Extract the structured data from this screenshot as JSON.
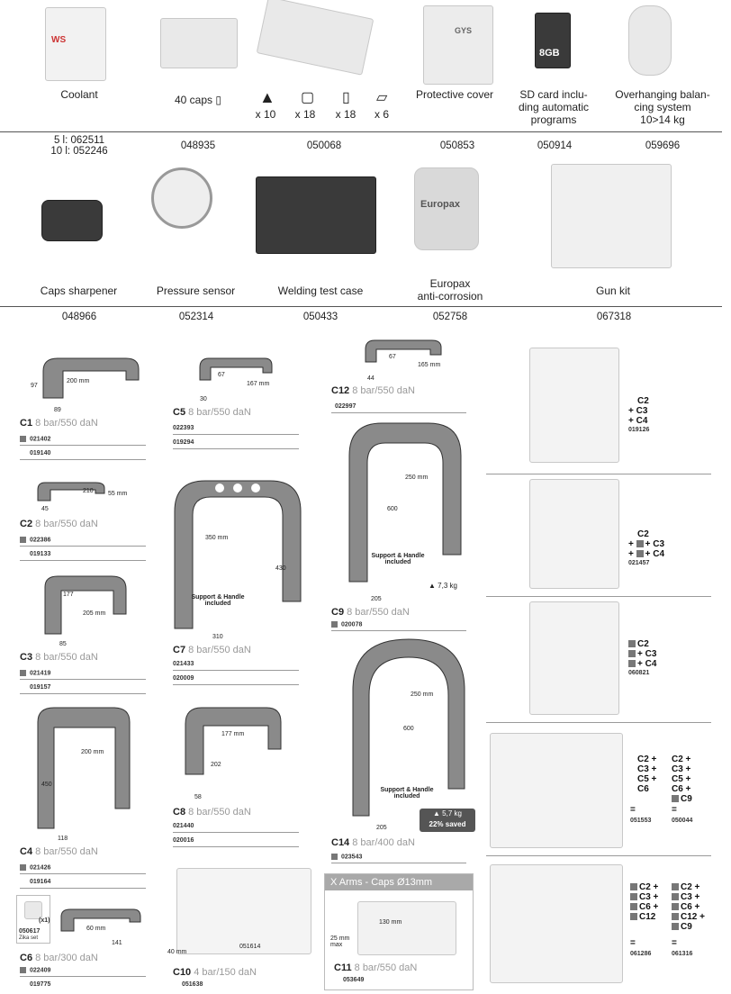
{
  "row1": {
    "items": [
      {
        "label": "Coolant",
        "code_lines": [
          "5 l: 062511",
          "10 l: 052246"
        ]
      },
      {
        "label": "40 caps",
        "code": "048935"
      },
      {
        "caps": [
          "x 10",
          "x 18",
          "x 18",
          "x 6"
        ],
        "code": "050068"
      },
      {
        "label": "Protective cover",
        "code": "050853"
      },
      {
        "label_lines": [
          "SD card inclu-",
          "ding automatic",
          "programs"
        ],
        "code": "050914",
        "sd_text": "8GB"
      },
      {
        "label_lines": [
          "Overhanging balan-",
          "cing system",
          "10>14 kg"
        ],
        "code": "059696"
      }
    ],
    "coolant_logo": "WS",
    "cover_logo": "GYS"
  },
  "row2": {
    "items": [
      {
        "label": "Caps sharpener",
        "code": "048966"
      },
      {
        "label": "Pressure sensor",
        "code": "052314"
      },
      {
        "label": "Welding test case",
        "code": "050433"
      },
      {
        "label_lines": [
          "Europax",
          "anti-corrosion"
        ],
        "code": "052758",
        "can_text": "Europax"
      },
      {
        "label": "Gun kit",
        "code": "067318"
      }
    ]
  },
  "arms": {
    "c1": {
      "name": "C1",
      "spec": "8 bar/550 daN",
      "refs": [
        "021402",
        "019140"
      ],
      "dims": [
        "97",
        "200 mm",
        "89"
      ]
    },
    "c2": {
      "name": "C2",
      "spec": "8 bar/550 daN",
      "refs": [
        "022386",
        "019133"
      ],
      "dims": [
        "210",
        "55 mm",
        "45"
      ]
    },
    "c3": {
      "name": "C3",
      "spec": "8 bar/550 daN",
      "refs": [
        "021419",
        "019157"
      ],
      "dims": [
        "177",
        "205 mm",
        "85"
      ]
    },
    "c4": {
      "name": "C4",
      "spec": "8 bar/550 daN",
      "refs": [
        "021426",
        "019164"
      ],
      "dims": [
        "200 mm",
        "450",
        "118"
      ]
    },
    "c5": {
      "name": "C5",
      "spec": "8 bar/550 daN",
      "refs": [
        "022393",
        "019294"
      ],
      "dims": [
        "67",
        "167 mm",
        "30"
      ]
    },
    "c6": {
      "name": "C6",
      "spec": "8 bar/300 daN",
      "refs": [
        "022409",
        "019775"
      ],
      "dims": [
        "60 mm",
        "141"
      ],
      "extra_ref": "050617",
      "extra_note": "Zika set",
      "extra_qty": "(x1)"
    },
    "c7": {
      "name": "C7",
      "spec": "8 bar/550 daN",
      "refs": [
        "021433",
        "020009"
      ],
      "dims": [
        "350 mm",
        "430",
        "310"
      ],
      "note": "Support & Handle included"
    },
    "c8": {
      "name": "C8",
      "spec": "8 bar/550 daN",
      "refs": [
        "021440",
        "020016"
      ],
      "dims": [
        "177 mm",
        "202",
        "58"
      ]
    },
    "c9": {
      "name": "C9",
      "spec": "8 bar/550 daN",
      "refs": [
        "020078"
      ],
      "dims": [
        "250 mm",
        "600",
        "205"
      ],
      "note": "Support & Handle included",
      "weight": "7,3 kg"
    },
    "c10": {
      "name": "C10",
      "spec": "4 bar/150 daN",
      "refs": [
        "051638"
      ],
      "dims": [
        "051614",
        "40 mm"
      ]
    },
    "c11": {
      "name": "C11",
      "spec": "8 bar/550 daN",
      "refs": [
        "053649"
      ],
      "header": "X Arms - Caps Ø13mm",
      "dims": [
        "130 mm",
        "25 mm max"
      ]
    },
    "c12": {
      "name": "C12",
      "spec": "8 bar/550 daN",
      "refs": [
        "022997"
      ],
      "dims": [
        "67",
        "165 mm",
        "44"
      ]
    },
    "c14": {
      "name": "C14",
      "spec": "8 bar/400 daN",
      "refs": [
        "023543"
      ],
      "dims": [
        "250 mm",
        "600",
        "205"
      ],
      "note": "Support & Handle included",
      "weight": "5,7 kg",
      "saved": "22% saved"
    }
  },
  "kits": [
    {
      "lines": [
        "C2",
        "+ C3",
        "+ C4"
      ],
      "ref": "019126"
    },
    {
      "lines": [
        "C2",
        "+ C3",
        "+ C4"
      ],
      "ref": "021457"
    },
    {
      "lines": [
        "C2",
        "+ C3",
        "+ C4"
      ],
      "ref": "060821"
    },
    {
      "col1": [
        "C2 +",
        "C3 +",
        "C5 +",
        "C6"
      ],
      "col2": [
        "C2 +",
        "C3 +",
        "C5 +",
        "C6 +",
        "C9"
      ],
      "refs": [
        "051553",
        "050044"
      ],
      "eq": "="
    },
    {
      "col1": [
        "C2 +",
        "C3 +",
        "C6 +",
        "C12"
      ],
      "col2": [
        "C2 +",
        "C3 +",
        "C6 +",
        "C12 +",
        "C9"
      ],
      "refs": [
        "061286",
        "061316"
      ],
      "eq": "="
    }
  ]
}
